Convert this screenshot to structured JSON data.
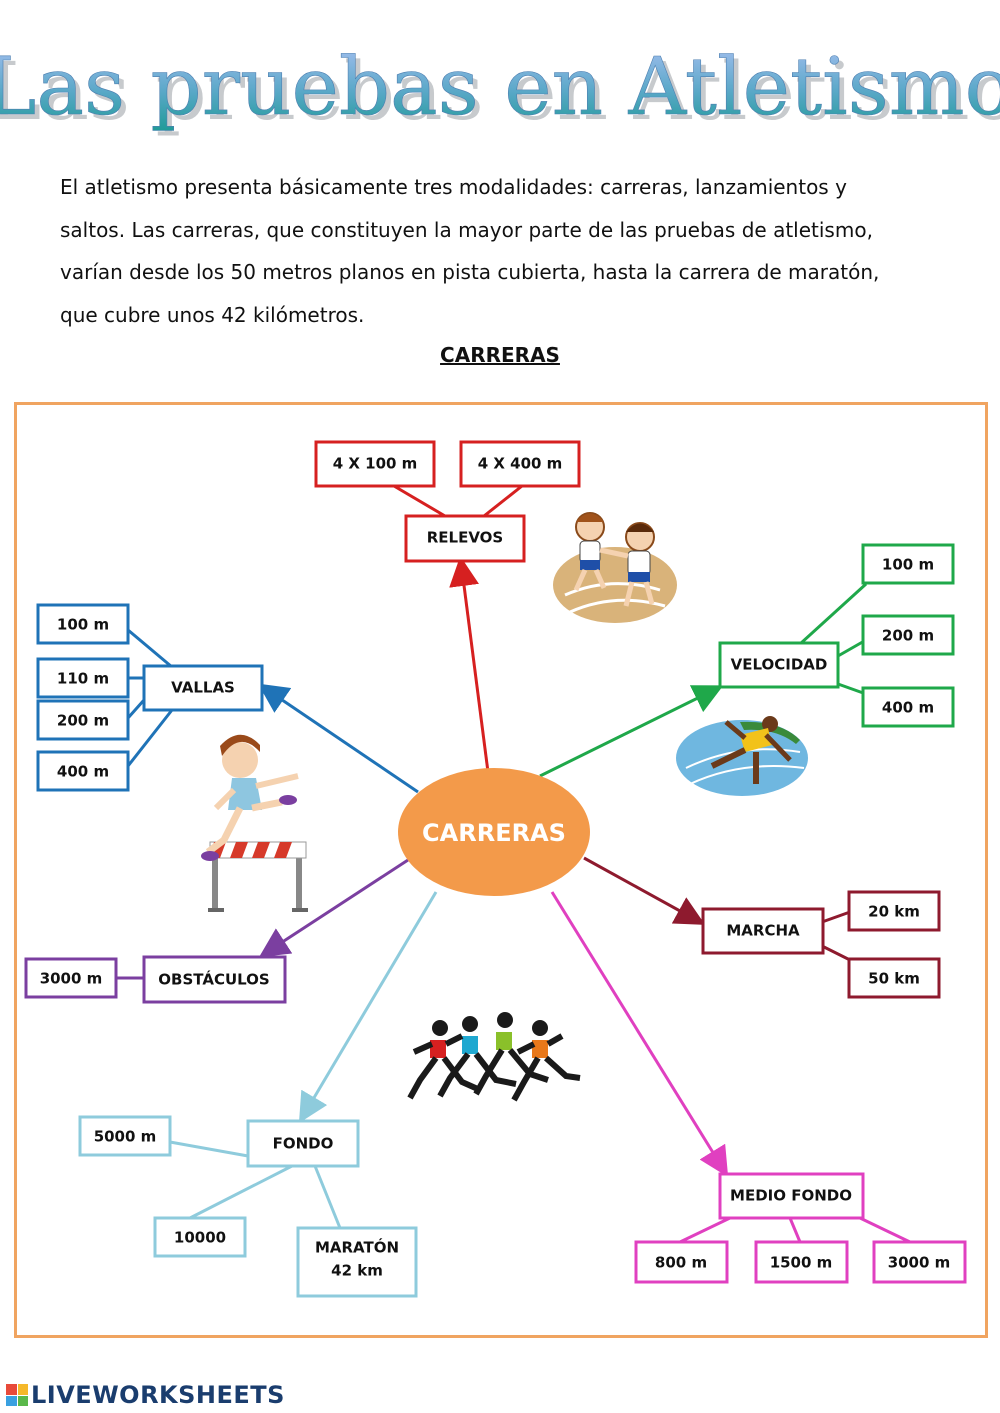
{
  "page_title": "Las pruebas en Atletismo",
  "intro_lines": [
    "El atletismo presenta básicamente tres modalidades: carreras, lanzamientos y",
    "saltos.  Las carreras, que constituyen la mayor parte de las pruebas de atletismo,",
    "varían desde los 50 metros planos en pista cubierta, hasta la carrera de maratón,",
    "que cubre unos 42 kilómetros."
  ],
  "section_heading": "CARRERAS",
  "center": {
    "label": "CARRERAS",
    "color": "#f39a4a"
  },
  "colors": {
    "relevos": "#d62020",
    "vallas": "#1f73b7",
    "velocidad": "#1fa84a",
    "marcha": "#8e1a2e",
    "obstaculos": "#7b3fa0",
    "fondo": "#8ecbdc",
    "medio_fondo": "#e040c0",
    "frame": "#f0a460",
    "title_gradient_top": "#9ab4ee",
    "title_gradient_bottom": "#2a9fa0"
  },
  "categories": {
    "relevos": {
      "label": "RELEVOS",
      "items": [
        "4 X 100 m",
        "4 X 400 m"
      ]
    },
    "vallas": {
      "label": "VALLAS",
      "items": [
        "100 m",
        "110 m",
        "200 m",
        "400 m"
      ]
    },
    "velocidad": {
      "label": "VELOCIDAD",
      "items": [
        "100 m",
        "200 m",
        "400 m"
      ]
    },
    "marcha": {
      "label": "MARCHA",
      "items": [
        "20 km",
        "50 km"
      ]
    },
    "obstaculos": {
      "label": "OBSTÁCULOS",
      "items": [
        "3000 m"
      ]
    },
    "fondo": {
      "label": "FONDO",
      "items": [
        "5000 m",
        "10000",
        "MARATÓN",
        "42 km"
      ]
    },
    "medio_fondo": {
      "label": "MEDIO FONDO",
      "items": [
        "800 m",
        "1500 m",
        "3000 m"
      ]
    }
  },
  "illustrations": [
    "relay-kids-illustration",
    "sprinter-illustration",
    "hurdler-girl-illustration",
    "runners-group-illustration"
  ],
  "footer": {
    "brand": "LIVEWORKSHEETS"
  }
}
